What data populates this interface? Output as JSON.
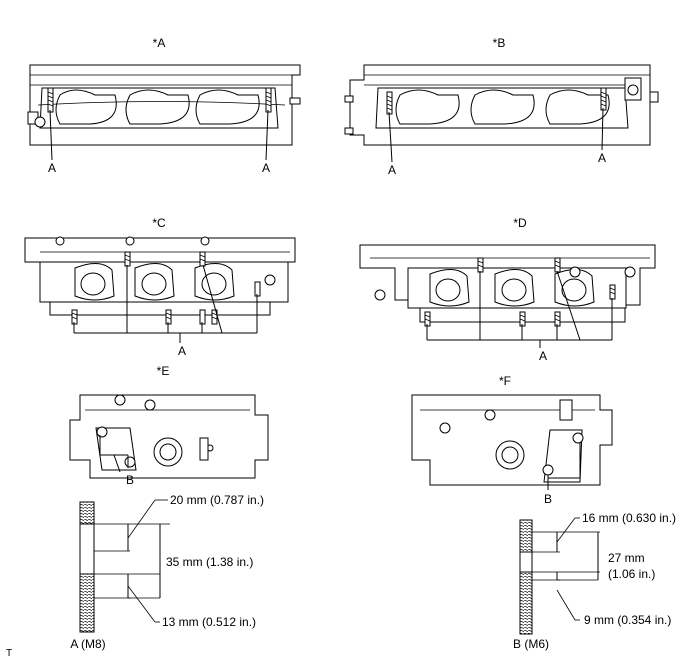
{
  "views": {
    "a": {
      "title": "*A",
      "callouts": [
        "A",
        "A"
      ]
    },
    "b": {
      "title": "*B",
      "callouts": [
        "A",
        "A"
      ]
    },
    "c": {
      "title": "*C",
      "callout": "A"
    },
    "d": {
      "title": "*D",
      "callout": "A"
    },
    "e": {
      "title": "*E",
      "callout": "B"
    },
    "f": {
      "title": "*F",
      "callout": "B"
    }
  },
  "stud_a": {
    "name": "A (M8)",
    "dim_top": "20 mm (0.787 in.)",
    "dim_total": "35 mm (1.38 in.)",
    "dim_bottom": "13 mm (0.512 in.)"
  },
  "stud_b": {
    "name": "B (M6)",
    "dim_top": "16 mm (0.630 in.)",
    "dim_total_1": "27 mm",
    "dim_total_2": "(1.06 in.)",
    "dim_bottom": "9 mm (0.354 in.)"
  },
  "footer_mark": "T"
}
